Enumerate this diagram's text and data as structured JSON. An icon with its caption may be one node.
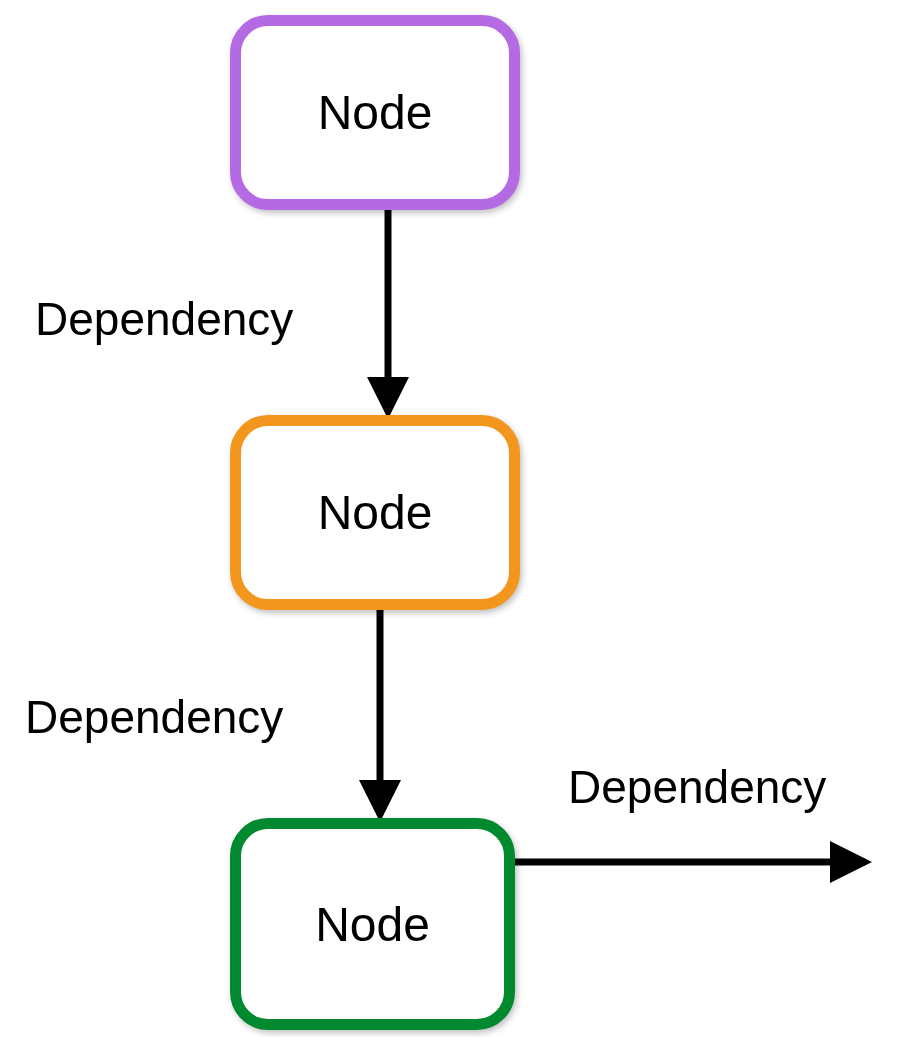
{
  "diagram": {
    "nodes": [
      {
        "text": [
          "Node"
        ]
      },
      {
        "text": [
          "Node"
        ]
      },
      {
        "text": [
          "Node"
        ]
      }
    ],
    "edges": [
      {
        "from": 0,
        "to": 1,
        "arrow": "to",
        "label": "Dependency"
      },
      {
        "from": 1,
        "to": 2,
        "arrow": "to",
        "label": "Dependency"
      },
      {
        "from": 2,
        "to": null,
        "arrow": "to",
        "label": "Dependency"
      }
    ]
  }
}
